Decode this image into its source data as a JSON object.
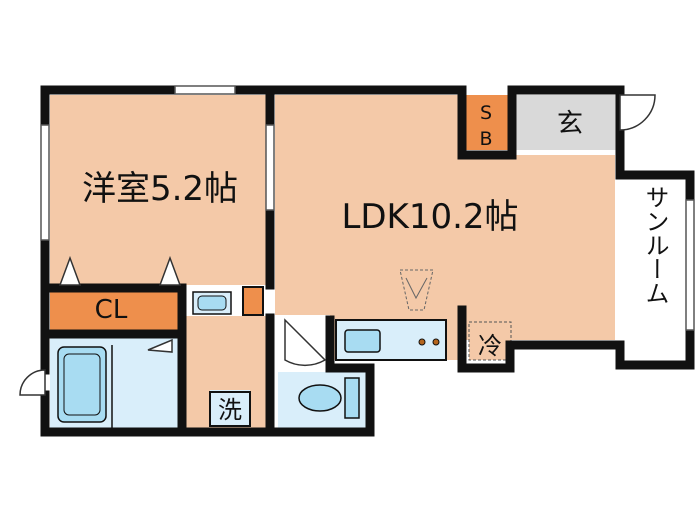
{
  "floor_plan": {
    "rooms": {
      "western_room": {
        "label": "洋室5.2帖"
      },
      "ldk": {
        "label": "LDK10.2帖"
      },
      "closet": {
        "label": "CL"
      },
      "storage_box": {
        "label_top": "S",
        "label_bottom": "B"
      },
      "entrance": {
        "label": "玄"
      },
      "sunroom": {
        "label": "サンルーム"
      },
      "laundry": {
        "label": "洗"
      },
      "fridge": {
        "label": "冷"
      }
    },
    "colors": {
      "wall": "#111111",
      "room_floor": "#f4c9a8",
      "closet": "#ee8f4c",
      "entrance_floor": "#d9d9d9",
      "wet_area": "#d9eefa",
      "fixture": "#a8dcf2",
      "white": "#ffffff"
    }
  }
}
